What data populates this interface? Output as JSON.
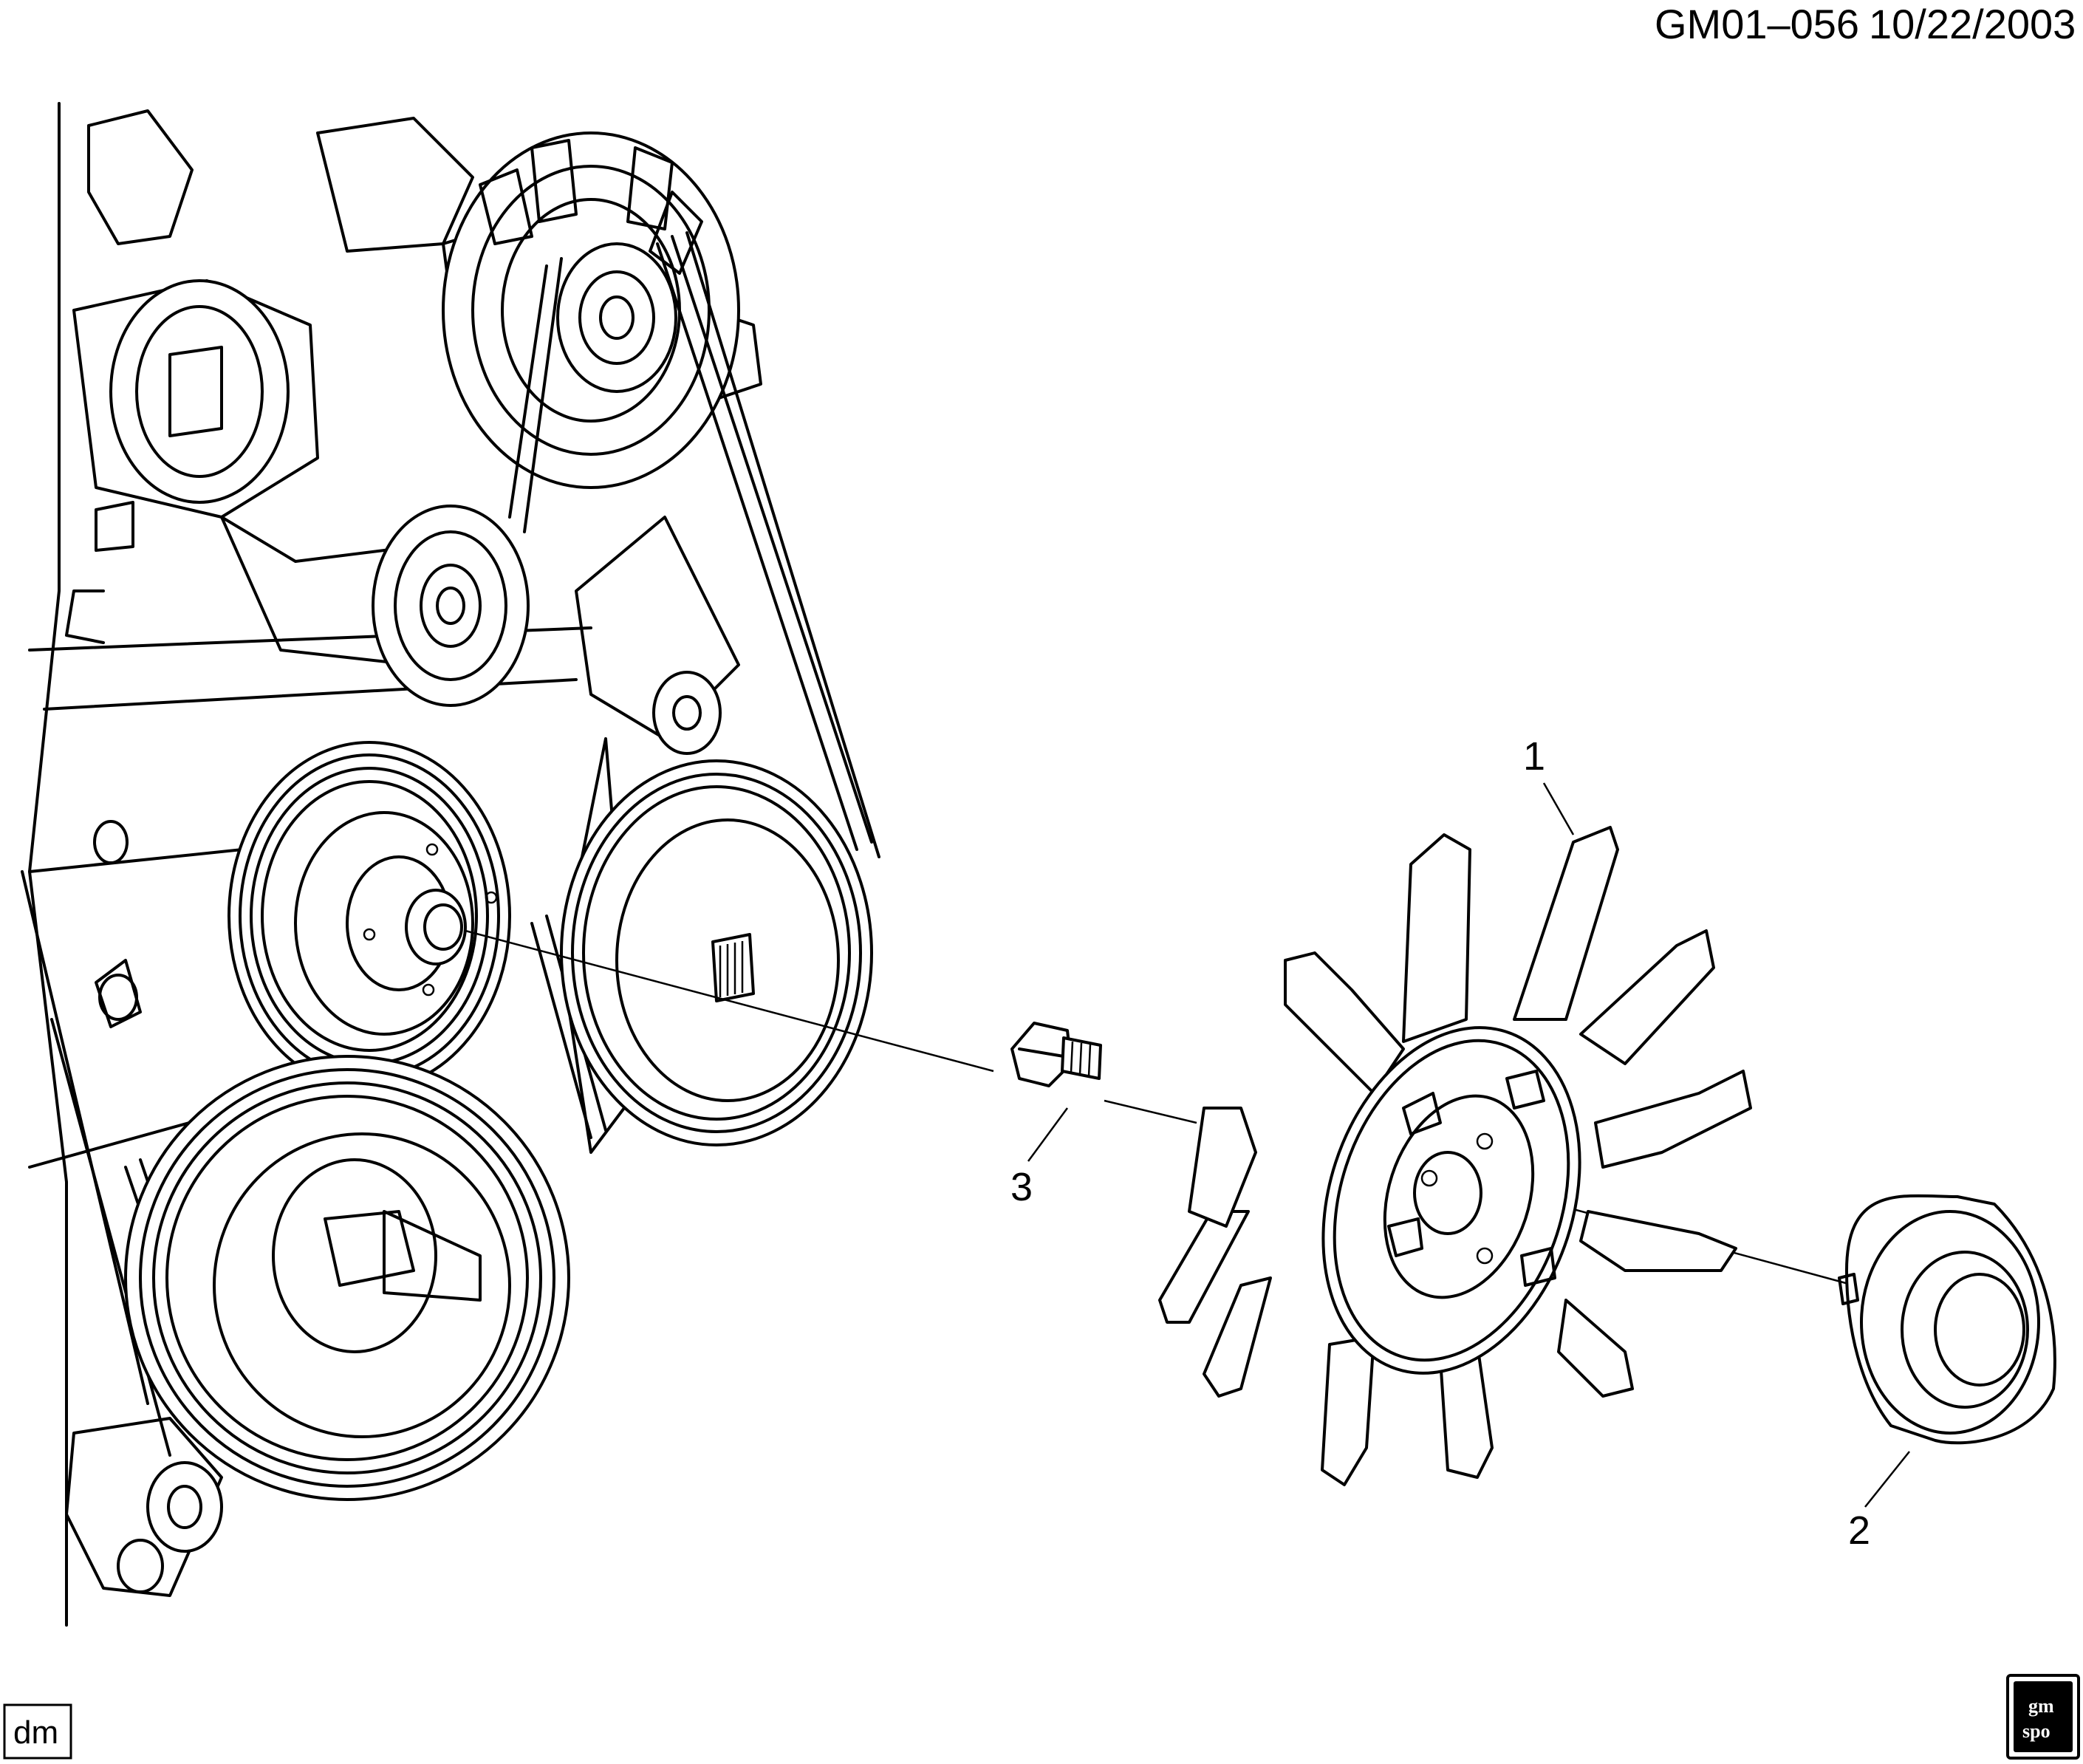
{
  "header": {
    "code": "GM01–056",
    "date": "10/22/2003"
  },
  "callouts": [
    {
      "id": "1",
      "label": "1",
      "part": "fan"
    },
    {
      "id": "2",
      "label": "2",
      "part": "spacer"
    },
    {
      "id": "3",
      "label": "3",
      "part": "bolt"
    }
  ],
  "footer": {
    "left_tag": "dm",
    "logo_top": "gm",
    "logo_bottom": "spo"
  },
  "colors": {
    "line": "#000000",
    "background": "#ffffff"
  }
}
